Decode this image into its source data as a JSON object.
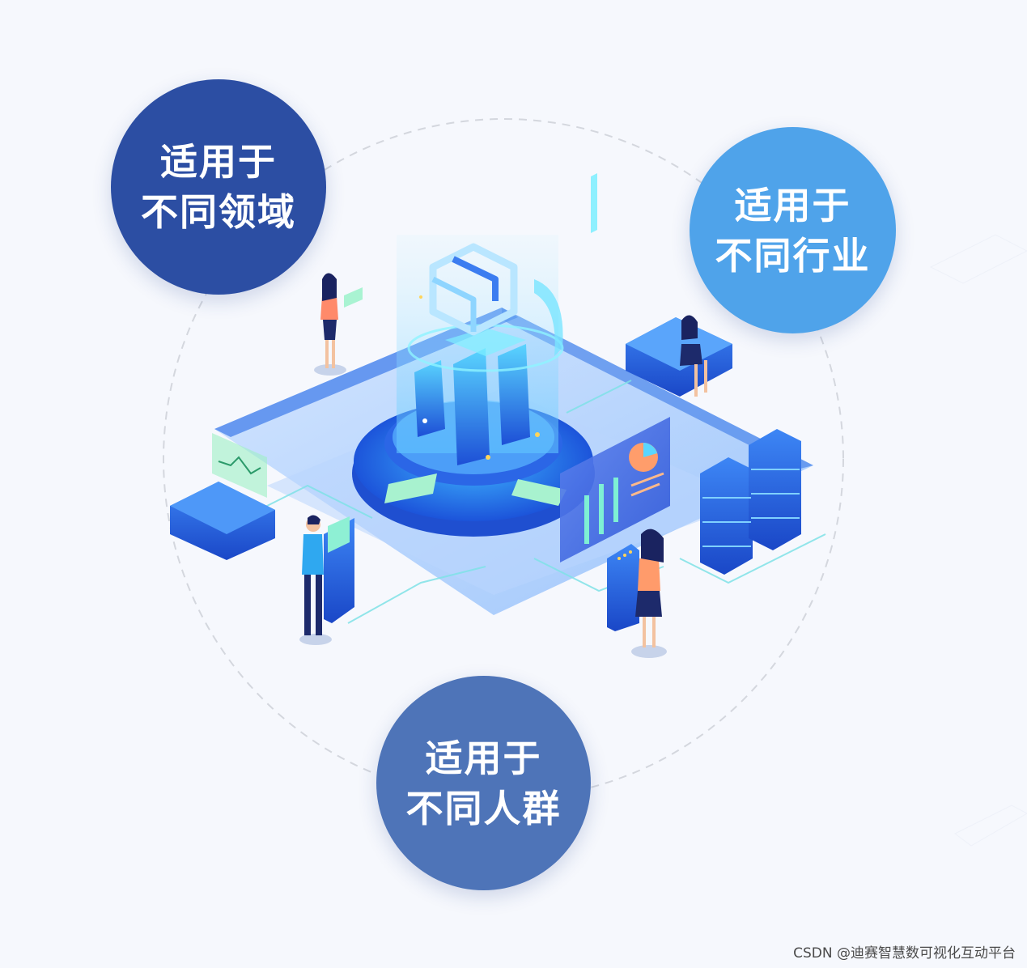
{
  "bubbles": {
    "domains": {
      "line1": "适用于",
      "line2": "不同领域",
      "color": "#2c4ea3"
    },
    "industries": {
      "line1": "适用于",
      "line2": "不同行业",
      "color": "#4fa3ea"
    },
    "people": {
      "line1": "适用于",
      "line2": "不同人群",
      "color": "#4e74b8"
    }
  },
  "watermark": "CSDN @迪赛智慧数可视化互动平台",
  "colors": {
    "background": "#f6f8fd",
    "platform": "#2f6fe3",
    "platform_light": "#9cc7fb",
    "accent_cyan": "#5ee6f0",
    "accent_green": "#6fe3a6"
  }
}
